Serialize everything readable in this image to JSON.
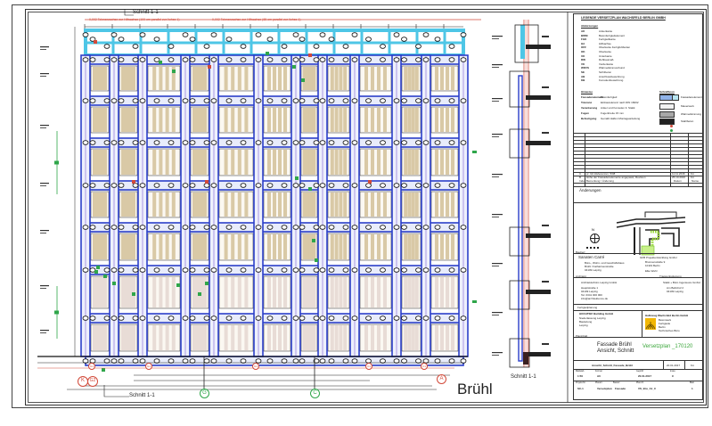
{
  "drawing": {
    "section_label_top": "Schnitt 1-1",
    "section_label_bottom": "Schnitt 1-1",
    "section_label_side": "Schnitt 1-1",
    "street_name": "Brühl",
    "tolerance_note_left": "0,002 Toleranzachse zur Hilfsachse (100 cm parallel zur Achse 1)",
    "tolerance_note_right": "0,002 Toleranzachse zur Hilfsachse (65 cm parallel zur Achse 1)",
    "axes_bottom": [
      "K",
      "G2",
      "G",
      "C",
      "A"
    ],
    "axes_row": [
      "G1",
      "G1",
      "G1",
      "C1",
      "C1"
    ],
    "colors": {
      "structure_blue": "#2b3fc9",
      "cladding_cyan": "#4ec6e6",
      "panel_beige": "#d9c9a6",
      "dimension_red": "#d24a3a",
      "marker_green": "#2fa64a"
    }
  },
  "title_block": {
    "legend_title": "LEGENDE VERSETZPLAN WACHSFELD BERLIN GMBH",
    "legend_section": "Abkürzungen",
    "legend_rows": [
      [
        "AK",
        "Ankerkante"
      ],
      [
        "BWM",
        "Betonfertigteilelement"
      ],
      [
        "FGK",
        "Fertigteilkante"
      ],
      [
        "HA",
        "Hilfsachse"
      ],
      [
        "OFF",
        "Oberkante Fertigfußboden"
      ],
      [
        "OK",
        "Oberkante"
      ],
      [
        "UK",
        "Unterkante"
      ],
      [
        "RW",
        "Rohbaumaß"
      ],
      [
        "VK",
        "Vorderkante"
      ],
      [
        "WDVS",
        "Wärmedämmverbund"
      ],
      [
        "SE",
        "Sichtbeton"
      ],
      [
        "AB",
        "Anschlussbewehrung"
      ],
      [
        "KB",
        "Konsolenbewehrung"
      ]
    ],
    "hatch_section": "Schraffuren",
    "hatch_rows": [
      "Fassadenelement",
      "Mauerwerk",
      "Wärmedämmung",
      "Stahlbeton"
    ],
    "note_section": "Hinweise",
    "note_rows": [
      [
        "Fassadenelement",
        "Betonfertigteil"
      ],
      [
        "Toleranz",
        "Einbautoleranz nach DIN 18202"
      ],
      [
        "Verankerung",
        "Anker und Konsolen lt. Statik"
      ],
      [
        "Fugen",
        "Fugenbreite 15 mm"
      ],
      [
        "Befestigung",
        "Gemäß Halfen Montageanleitung"
      ]
    ],
    "revisions": [
      [
        "C",
        "pr. GF-Referenzen, 5/08",
        "11.11.2016",
        "Kü"
      ],
      [
        "B",
        "Höhe der Fassadenelemente angepasst, Revision",
        "25.10.2016",
        "Kü"
      ]
    ],
    "revision_header": [
      "Index",
      "Bemerkung / Änderung",
      "Datum",
      "Name"
    ],
    "changes_label": "Änderungen",
    "north_label": "N",
    "client_label": "Bauherr",
    "project_name": "Sanaten Carré",
    "project_lines": [
      "Büro-, Wohn- und Geschäftshaus",
      "Brühl / Katharinenstraße",
      "04109 Leipzig"
    ],
    "developer_name": "GFB Projektentwicklung GmbH",
    "developer_lines": [
      "Brunnenstraße 9",
      "10119 Berlin",
      "Elke Wehr"
    ],
    "architect_label": "Architekt",
    "architect_name": "Architekturbüro Leipzig GmbH",
    "architect_lines": [
      "Hauptstraße 1",
      "04109 Leipzig",
      "Tel. 0341 000 000",
      "info@architekten-le.de"
    ],
    "engineer_label": "Tragwerksplanung",
    "engineer_name": "Statik + Büro Ingenieure GmbH",
    "engineer_lines": [
      "Am Bahnhof 2",
      "04109 Leipzig"
    ],
    "builder_label": "Fertigteilplanung",
    "builder_name": "HOCHTIEF Building GmbH",
    "builder_lines": [
      "Niederlassung Leipzig",
      "Bauleitung",
      "Leipzig"
    ],
    "supplier_name": "Halbzeug Wachsfeld Berlin GmbH",
    "supplier_lines": [
      "Betonwerk",
      "Fertigteile",
      "Berlin",
      "Technisches Büro"
    ],
    "drawing_label": "Planinhalt",
    "drawing_title_1": "Fassade Brühl",
    "drawing_title_2": "Ansicht, Schnitt",
    "plan_id": "Versetzplan _170120",
    "file_row": [
      "Ansicht_Schnitt_Fassade_Brühl",
      "20.01.2017",
      "Kü"
    ],
    "meta_headers": [
      "Maßstab",
      "Format",
      "Geprüft",
      "Index"
    ],
    "meta_values": [
      "1:50",
      "A0",
      "20.01.2017",
      "C"
    ],
    "plan_headers": [
      "Projekt-Nr.",
      "Planart",
      "Bauteil",
      "Plan-Nr.",
      "Blatt"
    ],
    "plan_values": [
      "SC-1",
      "Versetzplan",
      "Fassade",
      "VS_Bru_A1_C",
      "1"
    ]
  }
}
